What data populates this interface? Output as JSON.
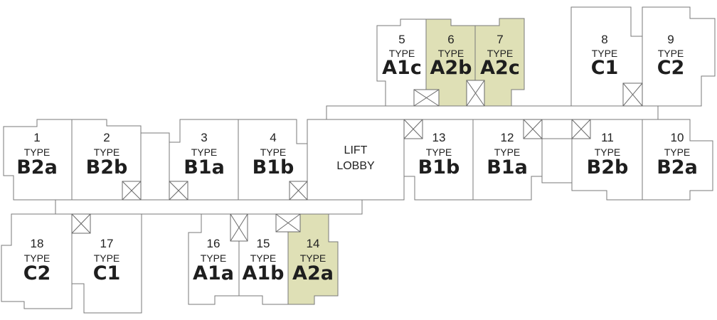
{
  "type_label": "TYPE",
  "highlight_color": "#dfe0b6",
  "lift_lobby": {
    "line1": "LIFT",
    "line2": "LOBBY"
  },
  "units": {
    "u1": {
      "number": "1",
      "type": "B2a",
      "highlighted": false
    },
    "u2": {
      "number": "2",
      "type": "B2b",
      "highlighted": false
    },
    "u3": {
      "number": "3",
      "type": "B1a",
      "highlighted": false
    },
    "u4": {
      "number": "4",
      "type": "B1b",
      "highlighted": false
    },
    "u5": {
      "number": "5",
      "type": "A1c",
      "highlighted": false
    },
    "u6": {
      "number": "6",
      "type": "A2b",
      "highlighted": true
    },
    "u7": {
      "number": "7",
      "type": "A2c",
      "highlighted": true
    },
    "u8": {
      "number": "8",
      "type": "C1",
      "highlighted": false
    },
    "u9": {
      "number": "9",
      "type": "C2",
      "highlighted": false
    },
    "u10": {
      "number": "10",
      "type": "B2a",
      "highlighted": false
    },
    "u11": {
      "number": "11",
      "type": "B2b",
      "highlighted": false
    },
    "u12": {
      "number": "12",
      "type": "B1a",
      "highlighted": false
    },
    "u13": {
      "number": "13",
      "type": "B1b",
      "highlighted": false
    },
    "u14": {
      "number": "14",
      "type": "A2a",
      "highlighted": true
    },
    "u15": {
      "number": "15",
      "type": "A1b",
      "highlighted": false
    },
    "u16": {
      "number": "16",
      "type": "A1a",
      "highlighted": false
    },
    "u17": {
      "number": "17",
      "type": "C1",
      "highlighted": false
    },
    "u18": {
      "number": "18",
      "type": "C2",
      "highlighted": false
    }
  }
}
